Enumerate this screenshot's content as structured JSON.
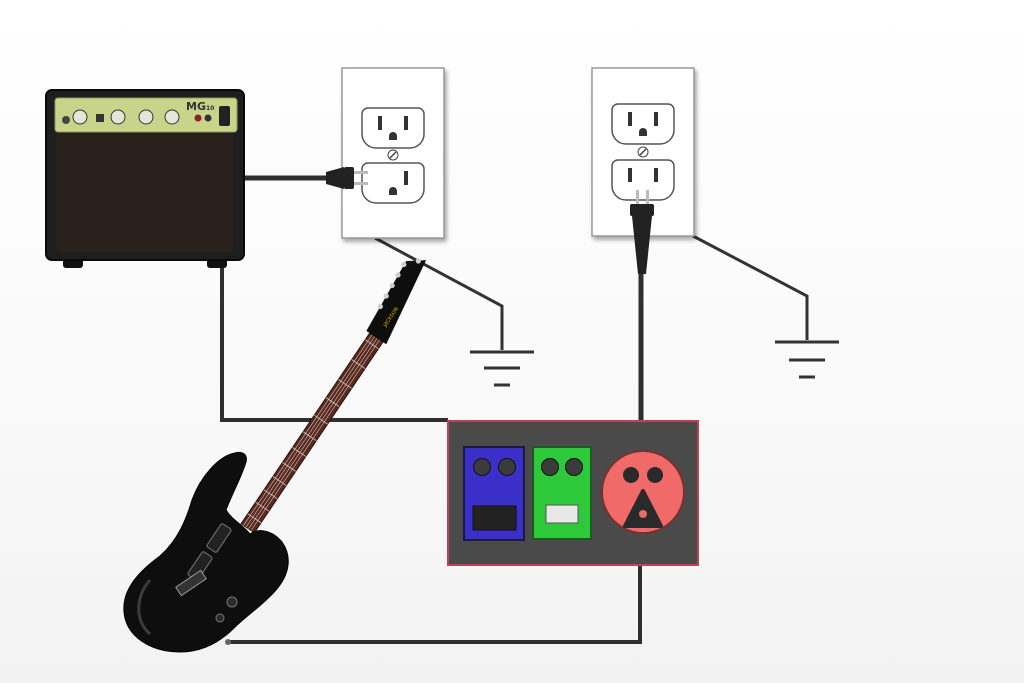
{
  "amplifier": {
    "model_label": "MG",
    "model_suffix": "10",
    "body_color": "#1e1e1e",
    "panel_color": "#c7d48a",
    "knob_count": 5
  },
  "outlets": [
    {
      "name": "outlet-left",
      "plugged": "lower",
      "plug_orientation": "horizontal"
    },
    {
      "name": "outlet-right",
      "plugged": "lower",
      "plug_orientation": "vertical"
    }
  ],
  "pedalboard": {
    "board_color": "#4a4a4a",
    "border_color": "#c0405a",
    "pedals": [
      {
        "name": "blue-pedal",
        "color": "#3a2fc8"
      },
      {
        "name": "green-pedal",
        "color": "#2ec93b"
      }
    ],
    "power_socket_color": "#f06a6a"
  },
  "guitar": {
    "body_color": "#0e0e0e",
    "fretboard_color": "#5b2a1e",
    "headstock_logo": "JACKSON"
  },
  "wire_color": "#2f2f2f"
}
